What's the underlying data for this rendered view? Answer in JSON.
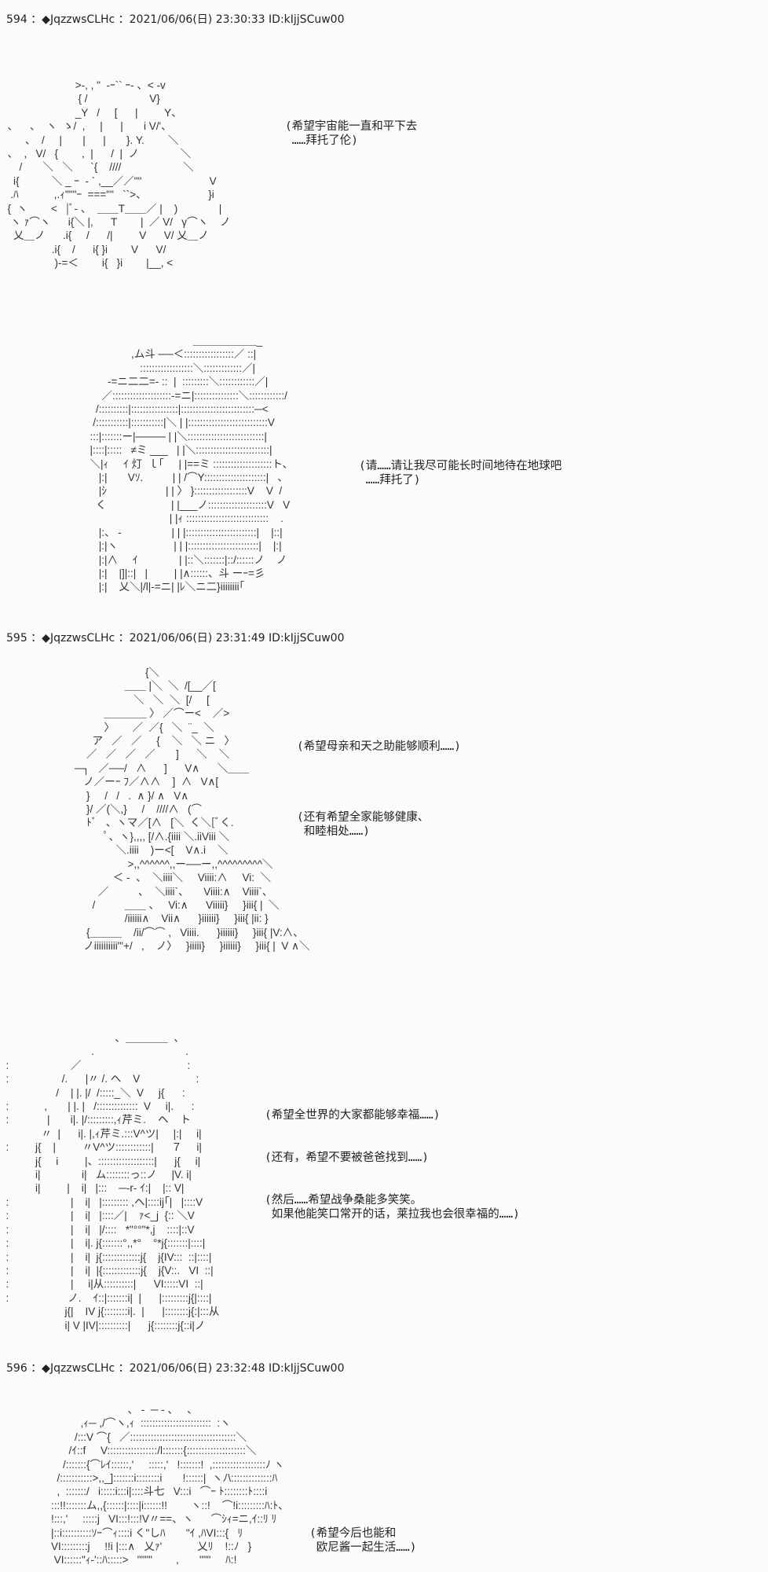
{
  "posts": [
    {
      "header": "594 ：◆JqzzwsCLHc ：2021/06/06(日) 23:30:33 ID:kIjjSCuw00",
      "art1": [
        "                         >-, , \"  -ｰ`` ｰ- 、< -v",
        "                          { /                     V}",
        "                         _Y   /     [      |         Y、",
        "  、    、  ヽ  ゝ/  ,     |      |       i V/'、",
        "        、  /     |       |      |       }. Y.        ＼",
        "  、  ,   V/   {        ,  |      /  |  ノ              ＼",
        "      /       ＼   ＼      `{    ////                     ＼",
        "    i{           ＼ _ ｰ  - ` ,__／／\"\"                       V",
        "   .ﾊ            ,.ｨ\"\"\"ｰ  ===\"\"   ``>、                     }i",
        "  {  ヽ        <   |ﾞ- 、  ＿＿T＿＿／ |    )              |",
        "   ヽ ｧ⌒ヽ      i{＼ |,      T        |  ／ V/   γ⌒ヽ    ノ",
        "    乂＿ノ      .i{     /      /|         V      V/ 乂＿ノ",
        "                 .i{    /      i{ }i        V      V/",
        "                  )-=＜        i{   }i        |__, <"
      ],
      "dialog1": "(希望宇宙能一直和平下去\n ……拜托了伦)",
      "art2": [
        "                                         ＿＿＿＿＿＿_",
        "                    ,ム斗 ──＜:::::::::::::::::／ ::|",
        "                       ::::::::::::::::::＼:::::::::::::／|",
        "            -=ニ二二=- ::  |  :::::::::＼::::::::::::／|",
        "          ／::::::::::::::::::::-=ニ|:::::::::::::::＼::::::::::::/",
        "        /::::::::::|::::::::::::::::|:::::::::::::::::::::::::─<",
        "       /:::::::::::|:::::::::::|＼ | |:::::::::::::::::::::::::::V",
        "      :::|:::::::ー|──── | |＼::::::::::::::::::::::::::|",
        "      |::::|:::::   ≠ミ ___   | |＼:::::::::::::::::::::::::|",
        "      ＼|ｨ     ｲ 灯  ｌ｢     | |==ミ ::::::::::::::::::::ト、",
        "         |:|       Vｿ.          | | /⌒Y:::::::::::::::::::::|   、",
        "         |ｼ                    | | 〉 }::::::::::::::::::V    V  /",
        "        く                      | |___ノ::::::::::::::::::::V   V",
        "                                 | |ｨ ::::::::::::::::::::::::::::    .",
        "         |:、 -                 | | |::::::::::::::::::::::::|    |::|",
        "         |:|ヽ                   | | |::::::::::::::::::::::::|    |:|",
        "         |:|∧     ｲ              | |::＼:::::::|::/::::::ノ    ノ",
        "         |:|    |]|::|   |         | |∧::::::、斗 ーｰ=彡",
        "         |:|    乂＼|/l|-=ニ| |ﾚ＼ニ二}iiiiiiii｢"
      ],
      "dialog2": "(请……请让我尽可能长时间地待在地球吧\n ……拜托了)"
    },
    {
      "header": "595 ：◆JqzzwsCLHc ：2021/06/06(日) 23:31:49 ID:kIjjSCuw00",
      "art": [
        "                            {＼",
        "                     ＿＿ |＼  ＼  /[__／[",
        "                        ＼   ＼  ＼  [/     [",
        "              ＿＿＿＿ 〉 ／⌒ー<    ／>",
        "              〉      ／  ／{   ＼  ¨_  ＼",
        "          ア   ／   ／     {    ＼   ＼ ニ   〉",
        "        ／   ／   ／   ／       ]      ＼    ＼",
        "    ─┐   ／──/   ∧      ]      V∧      ＼＿＿",
        "       ノ／ーｰ ﾌ／∧∧    ]  ∧   V∧[",
        "        }     /   /   .  ∧ }/ ∧   V∧",
        "        }/ ／(＼,}     /    ////∧   (⌒",
        "        ﾄﾞ   、ヽマ／[∧   [＼  く＼[ﾞく.",
        "              ﾟ、ヽ},,,, [/∧.{iiii ＼.iiViii ＼",
        "                  ＼.iiii    )ー<[    V∧.i    ＼",
        "                      >,,^^^^^^,,ー──ー,,^^^^^^^^^＼",
        "                 ＜ -  、  ＼iiii＼     Viiii:∧     Vi:  ＼",
        "            ／          、  ＼iiii`、     Viiii:∧    Viiii`、",
        "          /          ＿＿ 、   Vi:∧      Viiiii}     }iii{ |  ＼",
        "                     /iiiiii∧    Vii∧      }iiiiii}     }iii{ |ii: }",
        "        {＿＿＿    /ii/⌒⌒ ,   Viiii.      }iiiiii}     }iii{ |V:∧、",
        "       ノiiiiiiiiii\"'+/   ,    ノ〉   }iiiii}     }iiiiii}     }iii{ |  V ∧＼"
      ],
      "dialog1": "(希望母亲和天之助能够顺利……)",
      "dialog2": "(还有希望全家能够健康、\n 和睦相处……)"
    },
    {
      "header": "596 ：◆JqzzwsCLHc ：2021/06/06(日) 23:32:48 ID:kIjjSCuw00",
      "art_top": [
        "                                       、＿＿＿＿  、",
        "                               .                               .",
        "  :                     ／                                    :",
        "  :                  /.      |〃 /. ヘ    V                   :",
        "                   /    | |. |/  /:::::_＼  V     j{      :",
        "  :            ,       | |. |   /::::::::::::::  V     i|.      :",
        "  :             |       i|. |/:::::::::,ｨ芹ミ.    ヘ    ト",
        "              〃  |      i|. |,ｨ芹ミ.:::V^ツ|     |:|     i|",
        "  :         j{    |         〃V^ツ::::::::::::|      ７     i|",
        "            j{     i         |、:::::::::::::::::::|      j{     i|",
        "            i|              i|   ム::::::::っ::ノ     |V. i|",
        "            i|         |    i|   |:::    ─‐r‐ ｲ:|    |:: V|",
        "  :                     |    i|   |::::::::: ,ヘ|::::ij｢|   |::::V",
        "  :                     |    i|   |::::／|    ｧ<_j  {:: ＼V",
        "  :                     |    i|   |/::::   *\"°°\"*,j    ::::|::V",
        "  :                     |    i|. j{:::::::°,,*°    °*j{:::::::|::::|",
        "  :                     |    i|  j{:::::::::::::j{    j{IV:::  ::|::::|",
        "  :                     |    i|  |{:::::::::::::j{    j{V::.   VI  ::|",
        "  :                     |     i|从::::::::::|      VI:::::VI  ::|",
        "  :                    ノ.    ｲ::|:::::::i|  |      |:::::::::j{|::::|",
        "                      j{|    IV j{::::::::i|.  |      |::::::::j{:|:::从",
        "                      i| V |IV|::::::::::|      j{::::::::j{::i|ノ"
      ],
      "dialog1": "(希望全世界的大家都能够幸福……)",
      "dialog2": "(还有，希望不要被爸爸找到……)",
      "dialog3": "(然后……希望战争桑能多笑笑。\n 如果他能笑口常开的话，莱拉我也会很幸福的……)",
      "art_bottom": [
        "                                      、 -  ─ - 、   、",
        "                      ,ｨ─ ,/⌒ヽ,ｨ  ::::::::::::::::::::::::  :ヽ",
        "                    /:::V ⌒{   ／::::::::::::::::::::::::::::::::::::＼",
        "                  /ｲ::f     V:::::::::::::::::/l:::::::{::::::::::::::::::::＼",
        "                /:::::::{⌒ﾚｲ::::::,'     :::::,'   !:::::::!  ,::::::::::::::::::ﾉ ヽ",
        "              /:::::::::::>,,_]:::::::i::::::::i       !::::::|  ヽﾉ\\::::::::::::::ﾊ",
        "              ,  :::::::/   i:::::i:::i|::::斗七   V:::i   ⌒ｰ ﾄ::::::::ﾄ::::i",
        "            :::!!:::::::ム,,{::::::|::::|i::::::!!        ヽ::!    ⌒!i:::::::::ﾊ:ﾄ、",
        "            !:::,'     :::::j   VI:::!:::!V〃==、ヽ      ⌒ｼｨ=ニ,ｲ::ﾘ ﾘ",
        "            |::i::::::::::ｿｰ⌒ｨ::::i く\"しﾊ       \"ｲ ,ﾊVI:::{   ﾘ",
        "            VI:::::::::j     !!i |:::∧   乂ｧ'            乂ﾘ    !::ﾉ   }",
        "             VI::::::\"ｨ-'::ﾊ:::::>   \"\"\"\"        ,       \"\"\"     ﾊ:!"
      ],
      "dialog4": "(希望今后也能和\n 欧尼酱一起生活……)"
    }
  ]
}
